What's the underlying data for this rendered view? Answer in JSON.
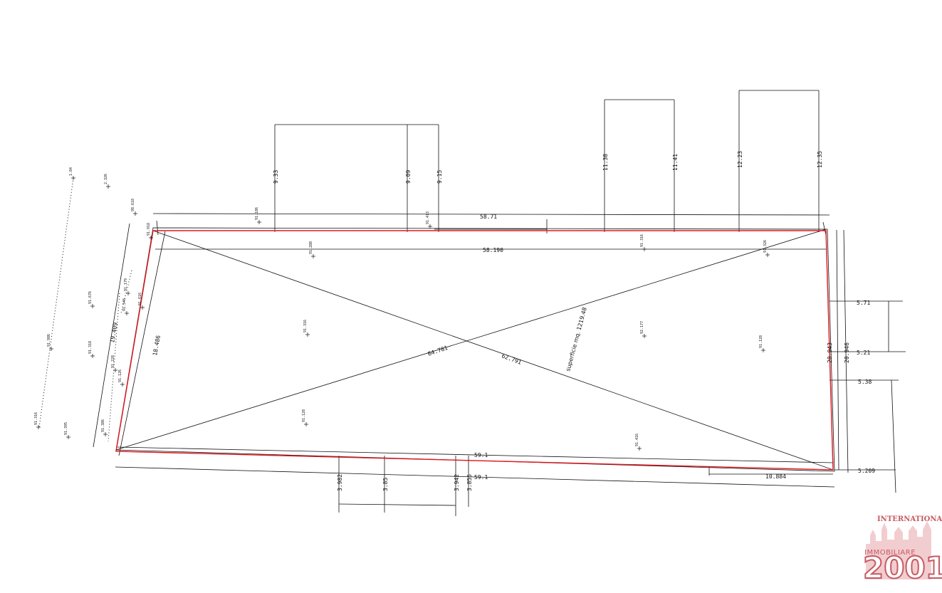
{
  "plan": {
    "superficie_label": "superficie mq. 1219.48",
    "diagonals": [
      "64.781",
      "62.791"
    ],
    "top_overall": "58.71",
    "top_inner": "58.190",
    "left_outer": "19.409",
    "left_inner": "18.486",
    "right_inner": "20.943",
    "right_outer": "20.946",
    "bottom_overall": "59.1",
    "bottom_inner": "59.1",
    "bottom_right_seg": "10.884",
    "right_side_dims": [
      "5.71",
      "5.21",
      "5.38",
      "5.209"
    ],
    "top_offsets": [
      "9.33",
      "9.09",
      "9.15",
      "11.38",
      "11.41",
      "12.23",
      "12.35"
    ],
    "bottom_offsets": [
      "3.982",
      "3.85",
      "3.942",
      "3.855"
    ],
    "point_labels": [
      "1.84",
      "2.326",
      "98.618",
      "91.918",
      "91.179",
      "91.616",
      "91.546",
      "91.676",
      "91.986",
      "91.318",
      "91.228",
      "91.126",
      "91.386",
      "91.395",
      "91.316",
      "91.186",
      "91.288",
      "91.316",
      "91.128",
      "91.413",
      "91.316",
      "91.326",
      "92.177",
      "91.128",
      "91.416"
    ],
    "line_colors": {
      "drawing": "#111111",
      "boundary": "#e0181e",
      "logo": "#c65a63"
    }
  },
  "logo": {
    "top_text": "INTERNATIONAL",
    "middle_text": "IMMOBILIARE",
    "year_text": "2001"
  }
}
